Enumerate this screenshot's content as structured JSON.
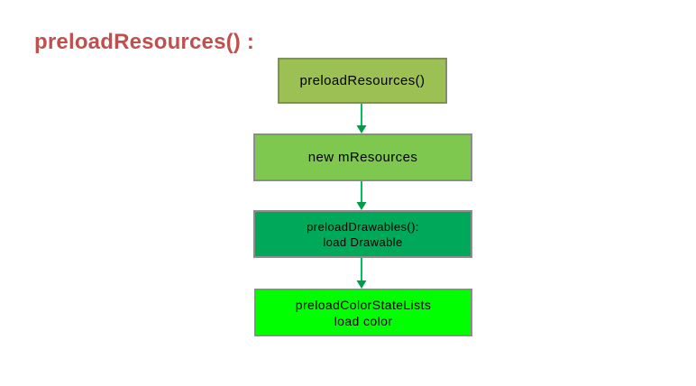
{
  "page": {
    "background": "#ffffff"
  },
  "title": {
    "text": "preloadResources() :",
    "color": "#c0504d"
  },
  "colors": {
    "arrow_line": "#00c061",
    "arrow_head": "#009c48"
  },
  "flowchart": {
    "nodes": [
      {
        "id": "preload-resources",
        "lines": [
          "preloadResources()"
        ],
        "fill": "#9cc053",
        "border": "#7f8f62"
      },
      {
        "id": "new-mresources",
        "lines": [
          "new mResources"
        ],
        "fill": "#7ec850",
        "border": "#8c8c8c"
      },
      {
        "id": "preload-drawables",
        "lines": [
          "preloadDrawables():",
          "load Drawable"
        ],
        "fill": "#00a85a",
        "border": "#8c8c8c"
      },
      {
        "id": "preload-colorstatelists",
        "lines": [
          "preloadColorStateLists",
          "load color"
        ],
        "fill": "#00ff00",
        "border": "#8c8c8c"
      }
    ]
  }
}
